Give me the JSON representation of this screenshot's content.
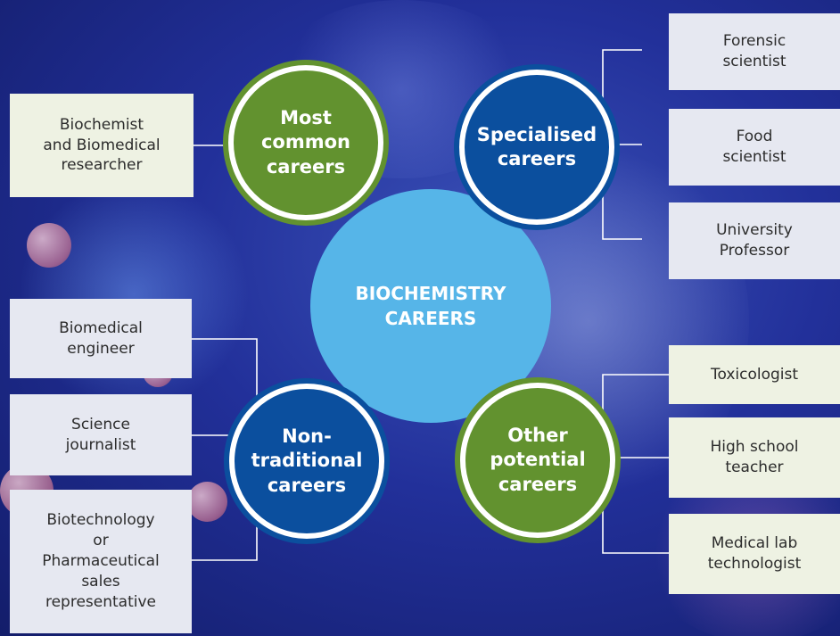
{
  "center": {
    "label": "BIOCHEMISTRY\nCAREERS"
  },
  "categories": {
    "most_common": "Most\ncommon\ncareers",
    "specialised": "Specialised\ncareers",
    "non_traditional": "Non-\ntraditional\ncareers",
    "other_potential": "Other\npotential\ncareers"
  },
  "careers": {
    "most_common": [
      "Biochemist\nand Biomedical\nresearcher"
    ],
    "specialised": [
      "Forensic\nscientist",
      "Food\nscientist",
      "University\nProfessor"
    ],
    "non_traditional": [
      "Biomedical\nengineer",
      "Science\njournalist",
      "Biotechnology\nor\nPharmaceutical\nsales\nrepresentative"
    ],
    "other_potential": [
      "Toxicologist",
      "High school\nteacher",
      "Medical lab\ntechnologist"
    ]
  },
  "colors": {
    "green": "#62922f",
    "blue": "#0b4f9e",
    "center": "#56b5e8",
    "box_green": "#eef2e3",
    "box_blue": "#e6e8f1"
  }
}
